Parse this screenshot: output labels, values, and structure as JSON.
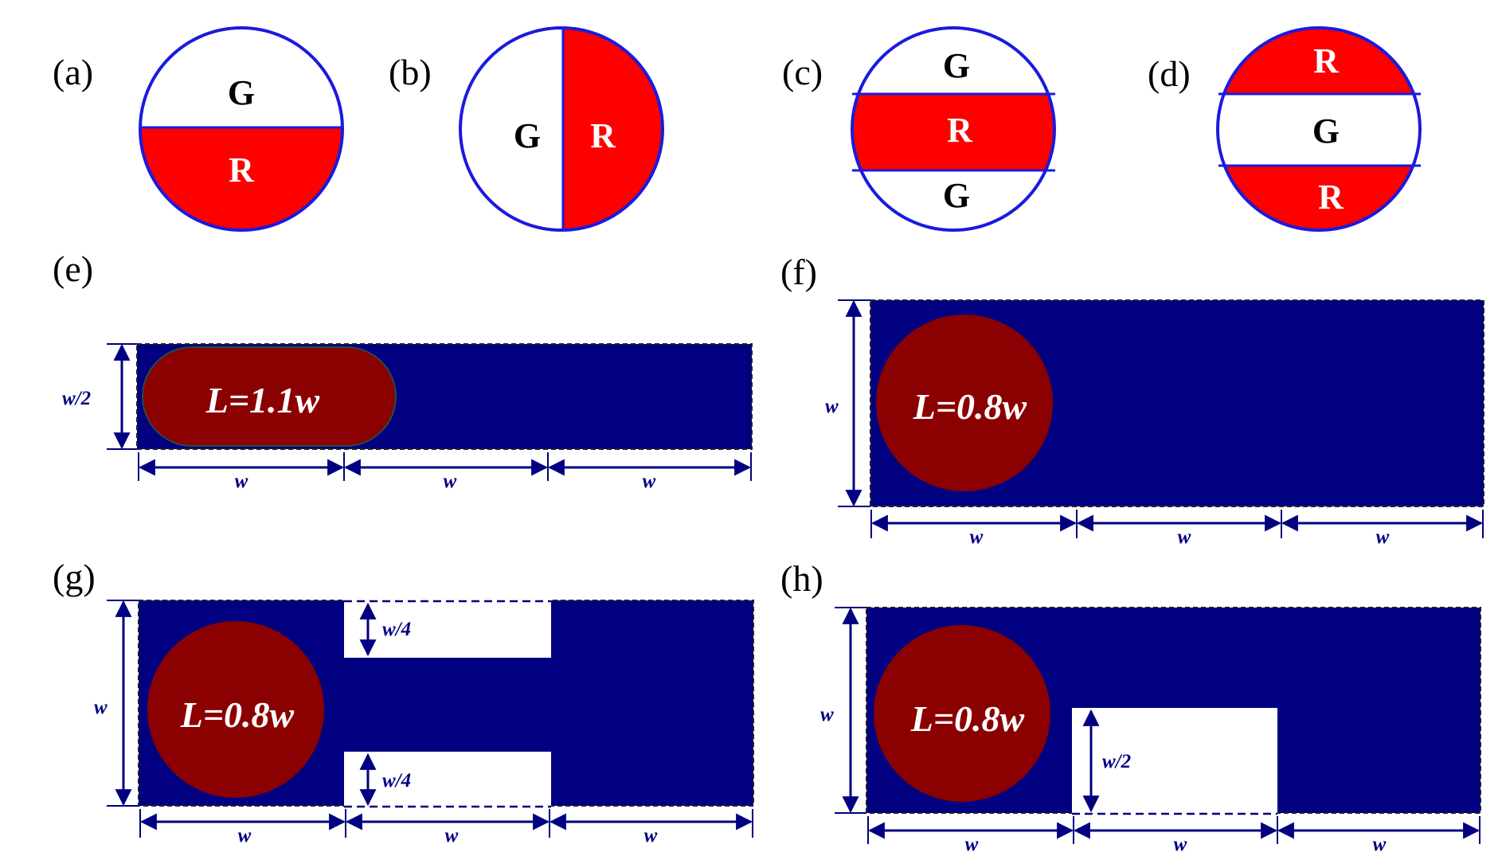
{
  "colors": {
    "red": "#ff0000",
    "channel": "#000080",
    "droplet": "#8b0000",
    "outline": "#1a1adf",
    "arrow": "#000080"
  },
  "panels": {
    "a": {
      "label": "(a)",
      "top": "G",
      "bottom": "R"
    },
    "b": {
      "label": "(b)",
      "left": "G",
      "right": "R"
    },
    "c": {
      "label": "(c)",
      "top": "G",
      "middle": "R",
      "bottom": "G"
    },
    "d": {
      "label": "(d)",
      "top": "R",
      "middle": "G",
      "bottom": "R"
    },
    "e": {
      "label": "(e)",
      "droplet": "L=1.1w",
      "height_dim": "w/2",
      "seg1": "w",
      "seg2": "w",
      "seg3": "w"
    },
    "f": {
      "label": "(f)",
      "droplet": "L=0.8w",
      "height_dim": "w",
      "seg1": "w",
      "seg2": "w",
      "seg3": "w"
    },
    "g": {
      "label": "(g)",
      "droplet": "L=0.8w",
      "height_dim": "w",
      "top_notch": "w/4",
      "bottom_notch": "w/4",
      "seg1": "w",
      "seg2": "w",
      "seg3": "w"
    },
    "h": {
      "label": "(h)",
      "droplet": "L=0.8w",
      "height_dim": "w",
      "step": "w/2",
      "seg1": "w",
      "seg2": "w",
      "seg3": "w"
    }
  }
}
